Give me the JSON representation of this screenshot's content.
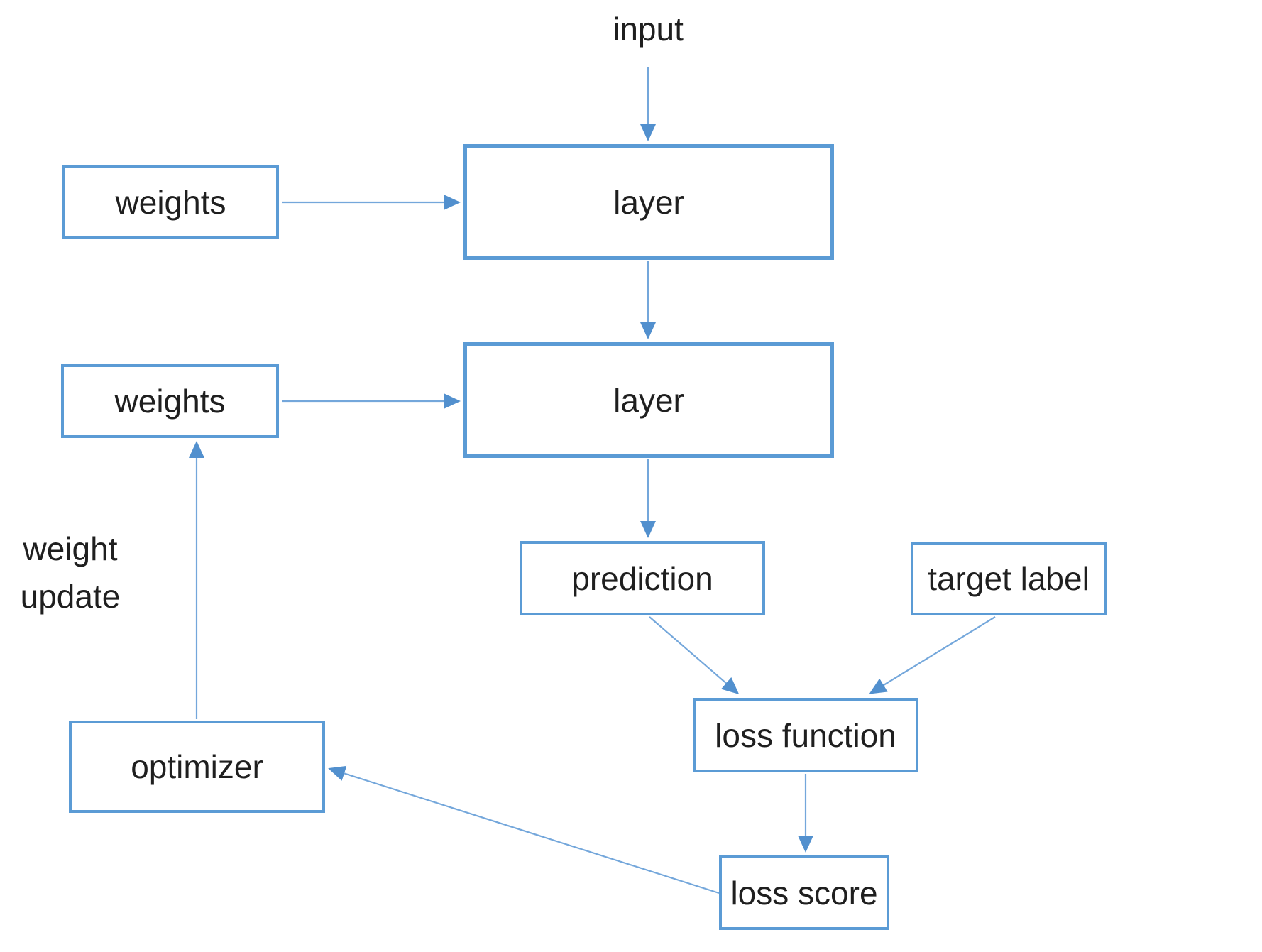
{
  "colors": {
    "background": "#ffffff",
    "box_border": "#5b9bd5",
    "arrow_line": "#74a7db",
    "arrow_head": "#5290ce",
    "text": "#1f1f1f"
  },
  "nodes": {
    "weights_top": "weights",
    "layer_top": "layer",
    "weights_bottom": "weights",
    "layer_bottom": "layer",
    "prediction": "prediction",
    "target_label": "target label",
    "loss_function": "loss function",
    "loss_score": "loss score",
    "optimizer": "optimizer"
  },
  "annotations": {
    "input": "input",
    "weight_update": {
      "line1": "weight",
      "line2": "update"
    }
  },
  "edges": [
    {
      "from": "input",
      "to": "layer (top)"
    },
    {
      "from": "weights (top)",
      "to": "layer (top)"
    },
    {
      "from": "layer (top)",
      "to": "layer (bottom)"
    },
    {
      "from": "weights (bottom)",
      "to": "layer (bottom)"
    },
    {
      "from": "layer (bottom)",
      "to": "prediction"
    },
    {
      "from": "prediction",
      "to": "loss function"
    },
    {
      "from": "target label",
      "to": "loss function"
    },
    {
      "from": "loss function",
      "to": "loss score"
    },
    {
      "from": "loss score",
      "to": "optimizer"
    },
    {
      "from": "optimizer",
      "to": "weights (bottom)",
      "label": "weight update"
    }
  ]
}
